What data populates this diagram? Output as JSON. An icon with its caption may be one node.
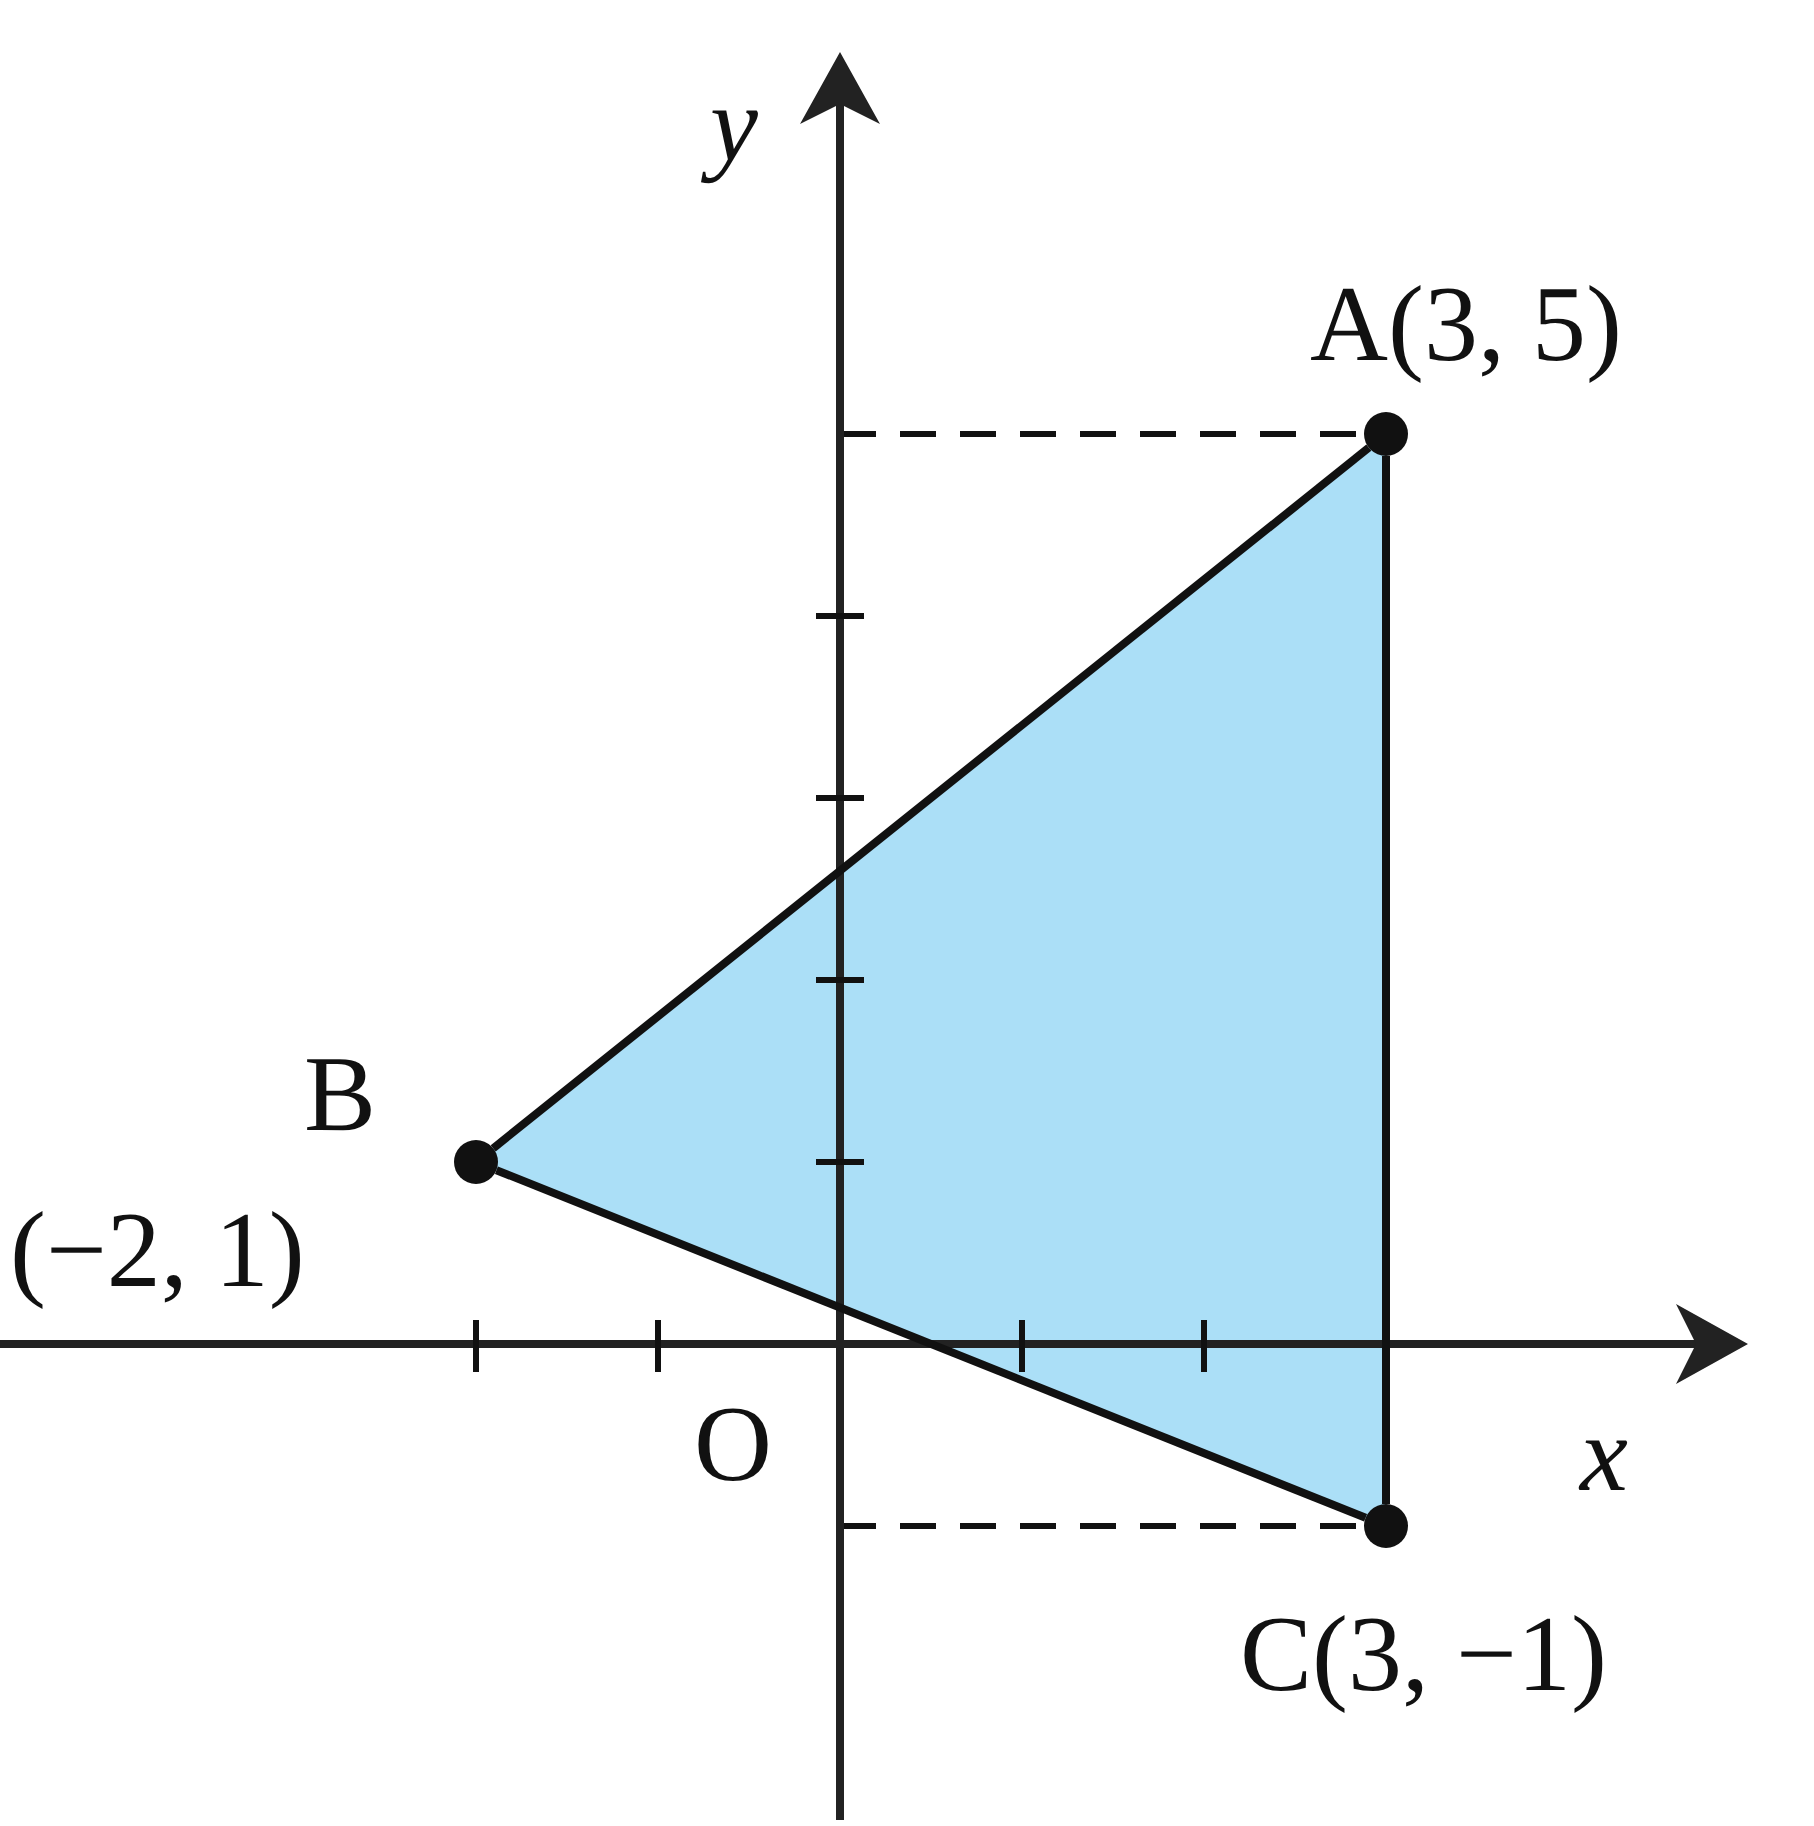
{
  "diagram": {
    "nodes": [
      {
        "text": [],
        "shape": "circle",
        "beside": [
          "A(3, 5)"
        ]
      },
      {
        "text": [],
        "shape": "circle",
        "beside": [
          "B",
          "(−2, 1)"
        ]
      },
      {
        "text": [],
        "shape": "circle",
        "beside": [
          "C(3, −1)"
        ]
      }
    ],
    "edges": [
      {
        "from": 0,
        "to": 1,
        "arrow": "none"
      },
      {
        "from": 1,
        "to": 2,
        "arrow": "none"
      },
      {
        "from": 2,
        "to": 0,
        "arrow": "none"
      }
    ],
    "labels": [
      "y",
      "x",
      "O"
    ]
  }
}
